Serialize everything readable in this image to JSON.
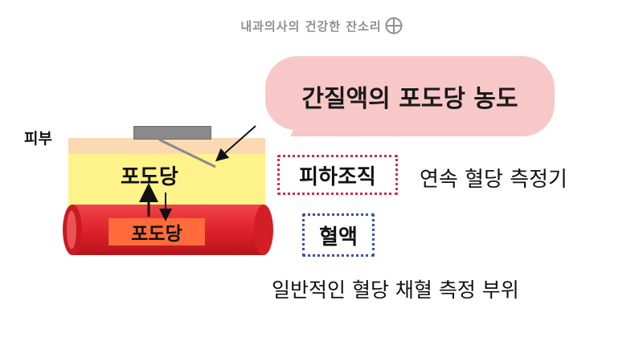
{
  "header": {
    "text": "내과의사의 건강한 잔소리",
    "logo_icon": "circled-plus-logo-icon"
  },
  "bubble": {
    "title": "간질액의 포도당 농도",
    "color": "#f8c8c8"
  },
  "diagram": {
    "skin_label": "피부",
    "tissue_label": "포도당",
    "blood_label": "포도당",
    "colors": {
      "skin": "#fad9b3",
      "tissue": "#fdf38a",
      "vessel": "#e0222b",
      "blood_box": "#ff6b3a"
    }
  },
  "labels": {
    "subcutaneous": "피하조직",
    "cgm": "연속 혈당 측정기",
    "blood": "혈액",
    "usual_site": "일반적인 혈당 채혈 측정 부위",
    "subcutaneous_border": "#d12a52",
    "blood_border": "#3b4fb0"
  }
}
